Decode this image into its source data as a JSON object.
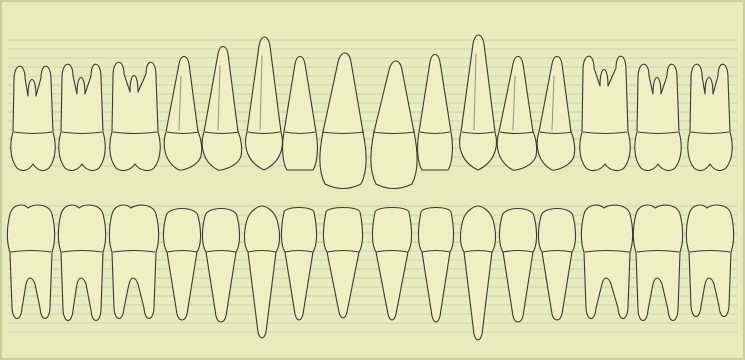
{
  "chart": {
    "background_color": "#e6ecbd",
    "border_color": "#c9cf9a",
    "line_color": "#3a3a32",
    "tooth_fill": "#efefc4"
  },
  "upper_arch": {
    "teeth": [
      {
        "type": "molar3"
      },
      {
        "type": "molar"
      },
      {
        "type": "molar"
      },
      {
        "type": "premolar"
      },
      {
        "type": "premolar"
      },
      {
        "type": "canine"
      },
      {
        "type": "incisor"
      },
      {
        "type": "incisor_central"
      },
      {
        "type": "incisor_central"
      },
      {
        "type": "incisor"
      },
      {
        "type": "canine"
      },
      {
        "type": "premolar"
      },
      {
        "type": "premolar"
      },
      {
        "type": "molar"
      },
      {
        "type": "molar"
      },
      {
        "type": "molar3"
      }
    ]
  },
  "lower_arch": {
    "teeth": [
      {
        "type": "molar"
      },
      {
        "type": "molar"
      },
      {
        "type": "molar"
      },
      {
        "type": "premolar"
      },
      {
        "type": "premolar"
      },
      {
        "type": "canine"
      },
      {
        "type": "incisor"
      },
      {
        "type": "incisor"
      },
      {
        "type": "incisor"
      },
      {
        "type": "incisor"
      },
      {
        "type": "canine"
      },
      {
        "type": "premolar"
      },
      {
        "type": "premolar"
      },
      {
        "type": "molar"
      },
      {
        "type": "molar"
      },
      {
        "type": "molar"
      }
    ]
  }
}
